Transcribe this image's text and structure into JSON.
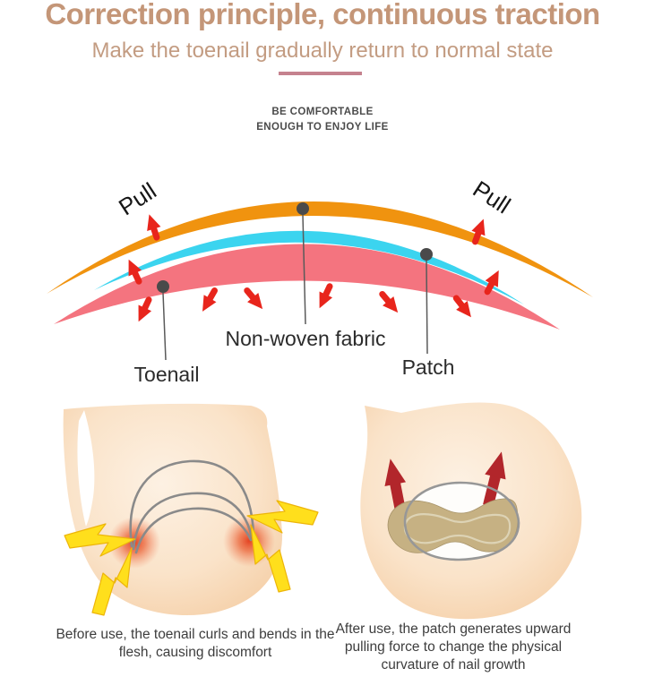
{
  "header": {
    "title": "Correction principle, continuous traction",
    "subtitle": "Make the toenail gradually return to normal state",
    "tagline_line1": "BE COMFORTABLE",
    "tagline_line2": "ENOUGH TO ENJOY LIFE"
  },
  "diagram": {
    "pull_left_label": "Pull",
    "pull_right_label": "Pull",
    "fabric_label": "Non-woven fabric",
    "toenail_label": "Toenail",
    "patch_label": "Patch",
    "colors": {
      "fabric_arc": "#f0930f",
      "patch_arc": "#3bd4ef",
      "toenail_arc": "#f4747f",
      "traction_arrow": "#e8251c",
      "callout_dot": "#4a4a4a"
    }
  },
  "before_after": {
    "before_caption": "Before use, the toenail curls and bends in the flesh, causing discomfort",
    "after_caption": "After use, the patch generates upward pulling force to change the physical curvature of nail growth",
    "colors": {
      "lightning": "#ffdf1c",
      "inflammation_glow": "#e8432a",
      "lift_arrow": "#b2262b",
      "patch_fill": "#c6b183",
      "skin": "#fae3c9",
      "nail_outline": "#8a8a8a"
    }
  },
  "accent_colors": {
    "title_text": "#c49678",
    "divider": "#c5828e",
    "tagline_text": "#4b4b4b"
  }
}
